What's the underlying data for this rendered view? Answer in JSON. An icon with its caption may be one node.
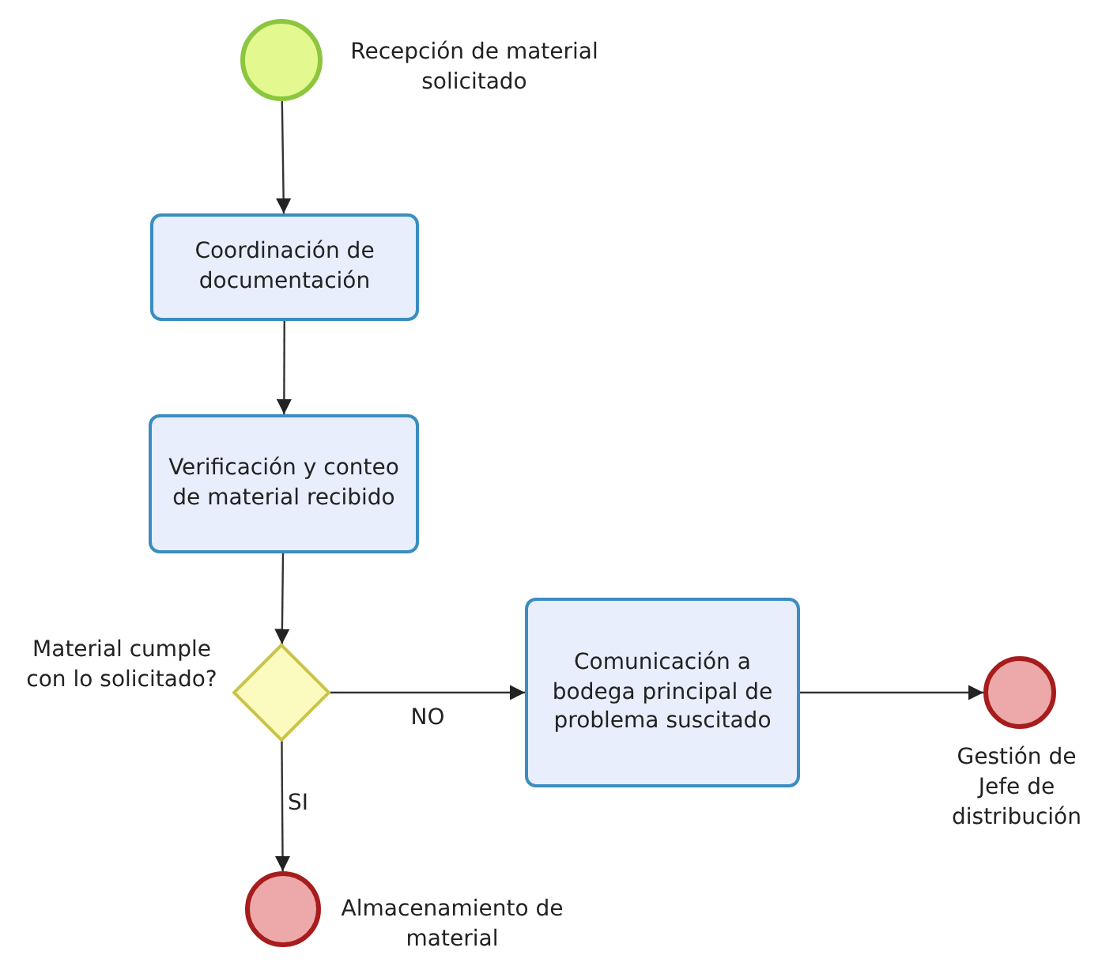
{
  "diagram": {
    "nodes": [
      {
        "text": [],
        "shape": "circle",
        "beside": [
          "Recepción de material solicitado"
        ]
      },
      {
        "text": [
          "Coordinación de documentación"
        ]
      },
      {
        "text": [
          "Verificación y conteo de material recibido"
        ]
      },
      {
        "text": [],
        "shape": "diamond",
        "beside": [
          "Material cumple con lo solicitado?"
        ]
      },
      {
        "text": [
          "Comunicación a bodega principal de problema suscitado"
        ]
      },
      {
        "text": [],
        "shape": "circle",
        "beside": [
          "Gestión de Jefe de distribución"
        ]
      },
      {
        "text": [],
        "shape": "circle",
        "beside": [
          "Almacenamiento de material"
        ]
      }
    ],
    "edges": [
      {
        "from": 0,
        "to": 1,
        "arrow": "to"
      },
      {
        "from": 1,
        "to": 2,
        "arrow": "to"
      },
      {
        "from": 2,
        "to": 3,
        "arrow": "to"
      },
      {
        "from": 3,
        "to": 4,
        "label": "NO",
        "arrow": "to"
      },
      {
        "from": 4,
        "to": 5,
        "arrow": "to"
      },
      {
        "from": 3,
        "to": 6,
        "label": "SI",
        "arrow": "to"
      }
    ]
  }
}
